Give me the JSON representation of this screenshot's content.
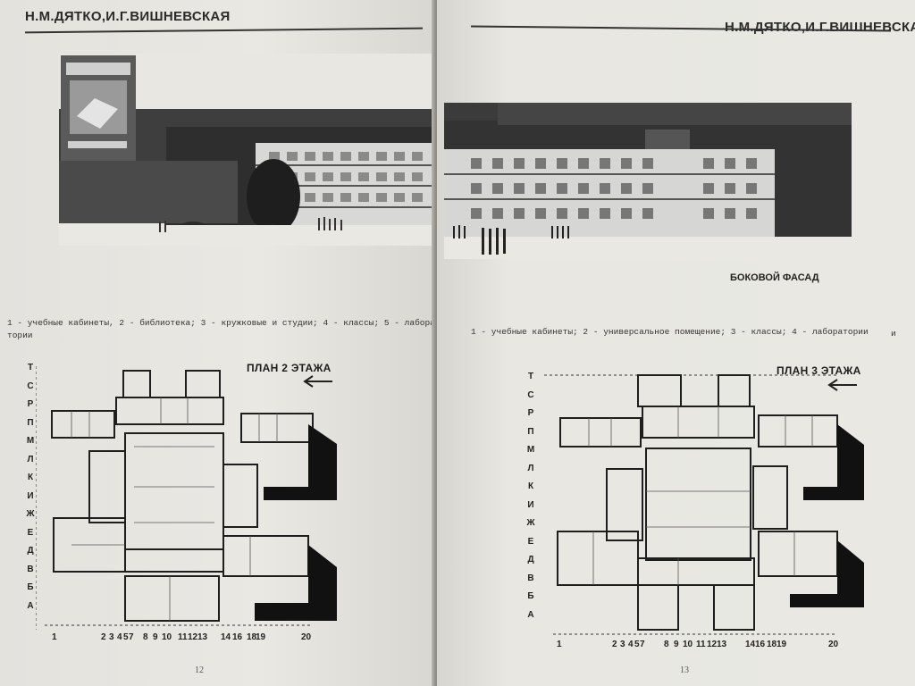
{
  "left_page": {
    "header": "Н.М.ДЯТКО,И.Г.ВИШНЕВСКАЯ",
    "caption_line1": "1 - учебные кабинеты, 2 - библиотека; 3 - кружковые и студии; 4 - классы; 5 - лабора-",
    "caption_line2": "тории",
    "plan_title": "ПЛАН 2 ЭТАЖА",
    "page_number": "12",
    "axis_letters": [
      "Т",
      "С",
      "Р",
      "П",
      "М",
      "Л",
      "К",
      "И",
      "Ж",
      "Е",
      "Д",
      "В",
      "Б",
      "А"
    ],
    "axis_numbers": [
      "1",
      "2",
      "3",
      "4",
      "5",
      "7",
      "8",
      "9",
      "10",
      "11",
      "12",
      "13",
      "14",
      "16",
      "18",
      "19",
      "20"
    ]
  },
  "right_page": {
    "header": "Н.М.ДЯТКО,И.Г.ВИШНЕВСКАЯ",
    "facade_label": "БОКОВОЙ ФАСАД",
    "caption_line1": "1 - учебные кабинеты; 2 - универсальное помещение; 3 - классы; 4 - лаборатории",
    "caption_tail": "и",
    "plan_title": "ПЛАН 3 ЭТАЖА",
    "page_number": "13",
    "axis_letters": [
      "Т",
      "С",
      "Р",
      "П",
      "М",
      "Л",
      "К",
      "И",
      "Ж",
      "Е",
      "Д",
      "В",
      "Б",
      "А"
    ],
    "axis_numbers": [
      "1",
      "2",
      "3",
      "4",
      "5",
      "7",
      "8",
      "9",
      "10",
      "11",
      "12",
      "13",
      "14",
      "16",
      "18",
      "19",
      "20"
    ]
  }
}
